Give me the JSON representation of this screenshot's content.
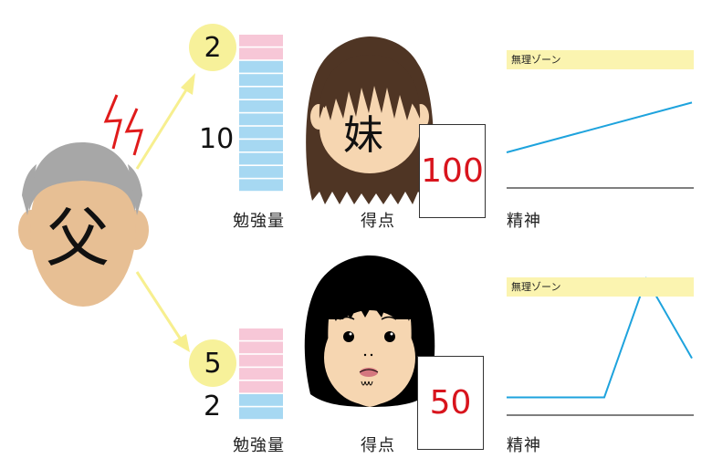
{
  "father": {
    "label": "父"
  },
  "top_row": {
    "circle_value": "2",
    "side_value": "10",
    "study_label": "勉強量",
    "face_label": "妹",
    "score_label": "得点",
    "score_value": "100",
    "zone_label": "無理ゾーン",
    "mental_label": "精神",
    "study_bar": {
      "pink_segments": 2,
      "blue_segments": 10
    },
    "mental_line": [
      0.3,
      0.72
    ]
  },
  "bottom_row": {
    "circle_value": "5",
    "side_value": "2",
    "study_label": "勉強量",
    "score_label": "得点",
    "score_value": "50",
    "zone_label": "無理ゾーン",
    "mental_label": "精神",
    "study_bar": {
      "pink_segments": 5,
      "blue_segments": 2
    },
    "mental_line": [
      0.15,
      0.15,
      1.15,
      0.48
    ]
  },
  "colors": {
    "pink": "#f7c7d7",
    "blue": "#a6d8f2",
    "line_blue": "#1ea3dd",
    "arrow_yellow": "#f7ef8f",
    "bolt_red": "#e01b1b",
    "circle_yellow": "#f7f19a",
    "zone_yellow": "#fbf4b0",
    "score_red": "#d8141d",
    "skin": "#f6d6b1",
    "father_skin": "#e7bf94",
    "father_hair": "#a7a7a7",
    "sister_hair": "#4f3524",
    "girl_hair": "#000000"
  }
}
